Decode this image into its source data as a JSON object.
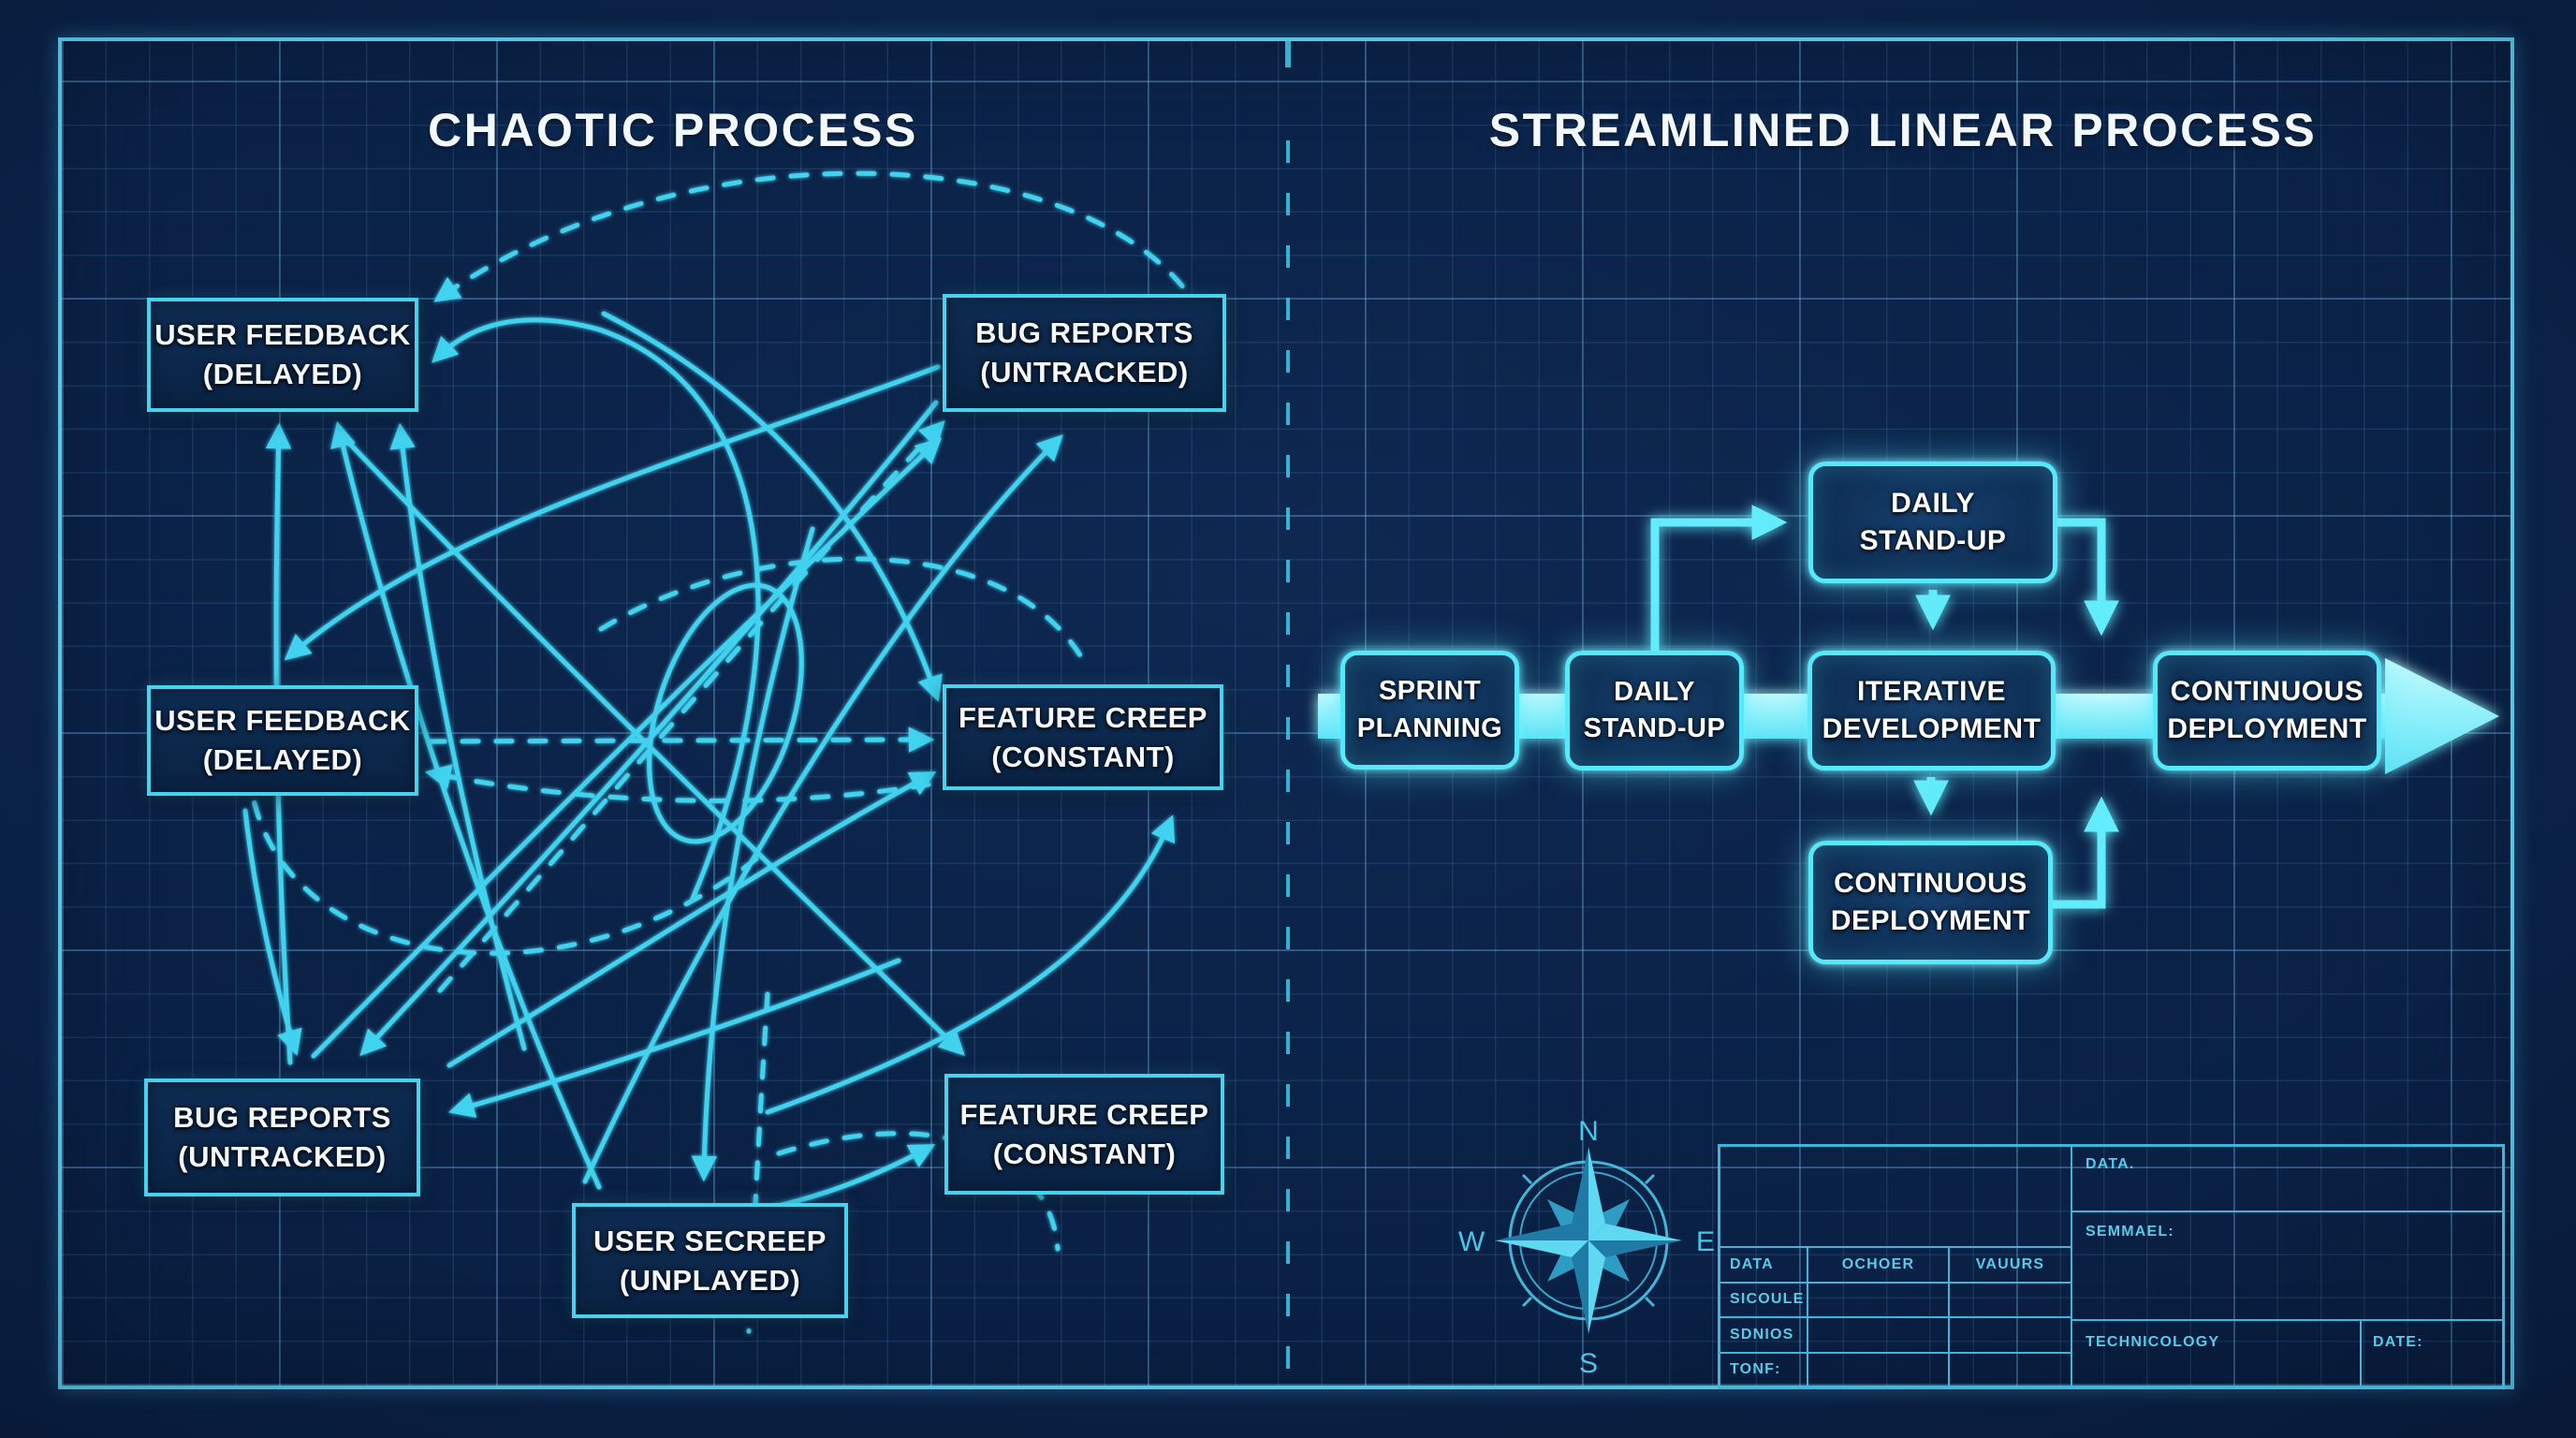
{
  "left_panel": {
    "title": "CHAOTIC PROCESS",
    "boxes": [
      {
        "line1": "USER FEEDBACK",
        "line2": "(DELAYED)"
      },
      {
        "line1": "BUG REPORTS",
        "line2": "(UNTRACKED)"
      },
      {
        "line1": "USER FEEDBACK",
        "line2": "(DELAYED)"
      },
      {
        "line1": "FEATURE CREEP",
        "line2": "(CONSTANT)"
      },
      {
        "line1": "BUG REPORTS",
        "line2": "(UNTRACKED)"
      },
      {
        "line1": "FEATURE CREEP",
        "line2": "(CONSTANT)"
      },
      {
        "line1": "USER SECREEP",
        "line2": "(UNPLAYED)"
      }
    ]
  },
  "right_panel": {
    "title": "STREAMLINED LINEAR PROCESS",
    "boxes": {
      "sprint": {
        "line1": "SPRINT",
        "line2": "PLANNING"
      },
      "daily_main": {
        "line1": "DAILY",
        "line2": "STAND-UP"
      },
      "daily_top": {
        "line1": "DAILY",
        "line2": "STAND-UP"
      },
      "iterative": {
        "line1": "ITERATIVE",
        "line2": "DEVELOPMENT"
      },
      "continuous_main": {
        "line1": "CONTINUOUS",
        "line2": "DEPLOYMENT"
      },
      "continuous_bottom": {
        "line1": "CONTINUOUS",
        "line2": "DEPLOYMENT"
      }
    }
  },
  "compass": {
    "north": "N",
    "south": "S",
    "east": "E",
    "west": "W"
  },
  "title_block": {
    "data_title": "DATA.",
    "semmael": "SEMMAEL:",
    "col1": "DATA",
    "col2": "OCHOER",
    "col3": "VAUURS",
    "row1": "SICOULE",
    "row2": "SDNIOS",
    "row3": "TONF:",
    "technicology": "TECHNICOLOGY",
    "date": "DATE:"
  },
  "colors": {
    "background": "#0a2044",
    "frame": "#5fcdeb",
    "accent_cyan": "#46d3ef",
    "glow_cyan": "#55e9fb",
    "band": "#9bf3fb",
    "text": "#f3f8fc",
    "title_block_line": "#3cb6da"
  }
}
